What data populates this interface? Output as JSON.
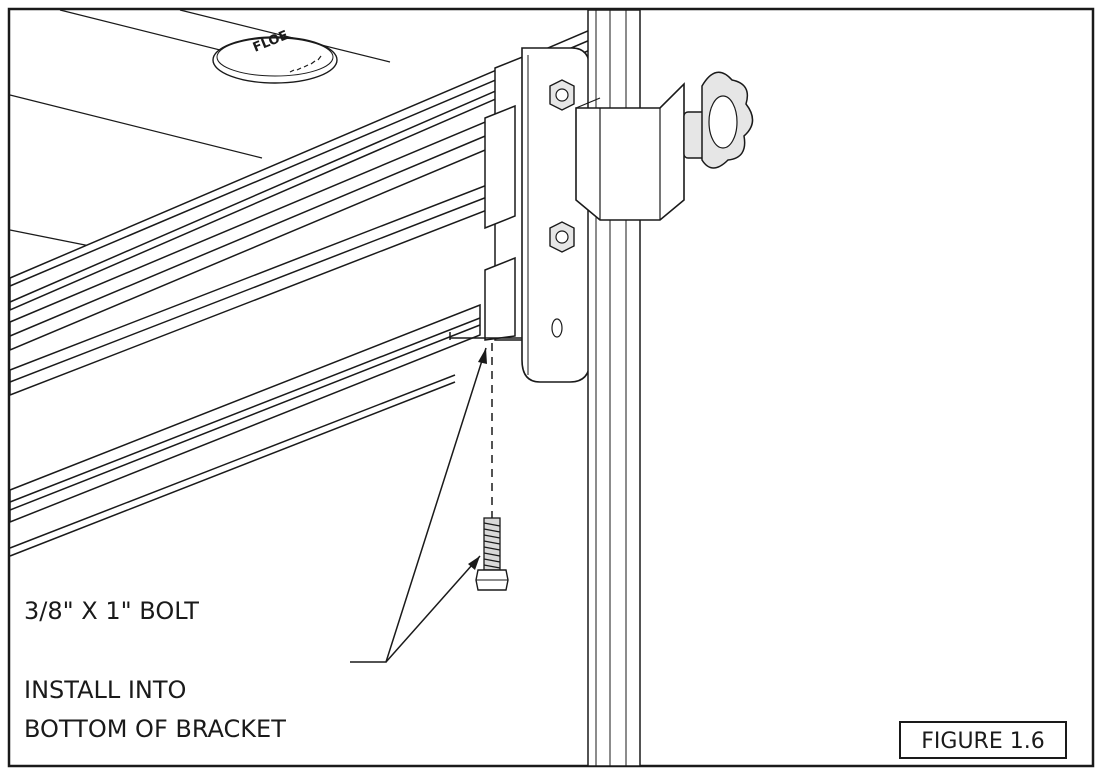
{
  "labels": {
    "bolt": "3/8\" X 1\" BOLT",
    "install_line1": "INSTALL INTO",
    "install_line2": "BOTTOM OF BRACKET"
  },
  "figure": {
    "label": "FIGURE 1.6"
  },
  "floor_disc": {
    "word": "FLOE"
  },
  "colors": {
    "stroke": "#1a1a1a",
    "fill": "#ffffff",
    "hardware": "#e6e6e6"
  }
}
